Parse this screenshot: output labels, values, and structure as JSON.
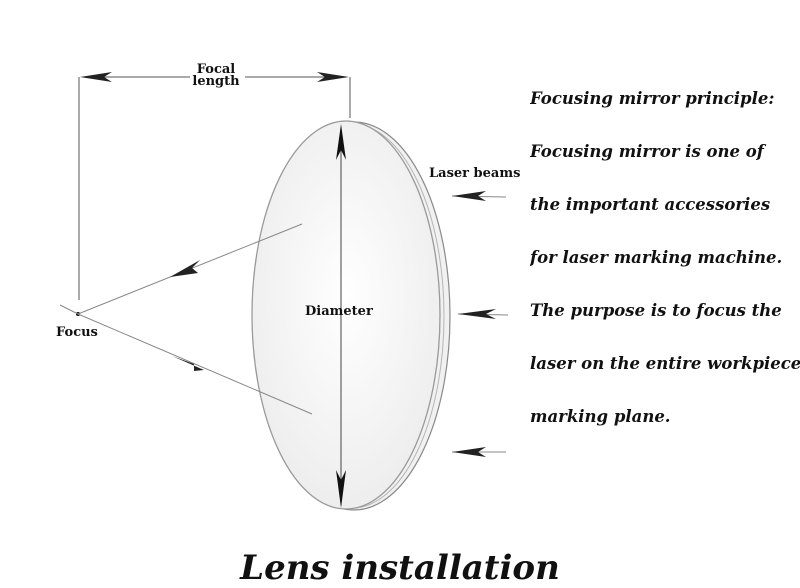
{
  "labels": {
    "focal_length": "Focal length",
    "laser_beams": "Laser beams",
    "diameter": "Diameter",
    "focus": "Focus"
  },
  "description": [
    "Focusing mirror principle:",
    "Focusing mirror is one of",
    "the important accessories",
    "for laser marking machine.",
    "The purpose is to focus the",
    "laser on the entire workpiece",
    "marking plane."
  ],
  "caption": "Lens installation",
  "colors": {
    "line": "#555555",
    "lens_edge": "#8a8a8a",
    "text": "#111111"
  }
}
